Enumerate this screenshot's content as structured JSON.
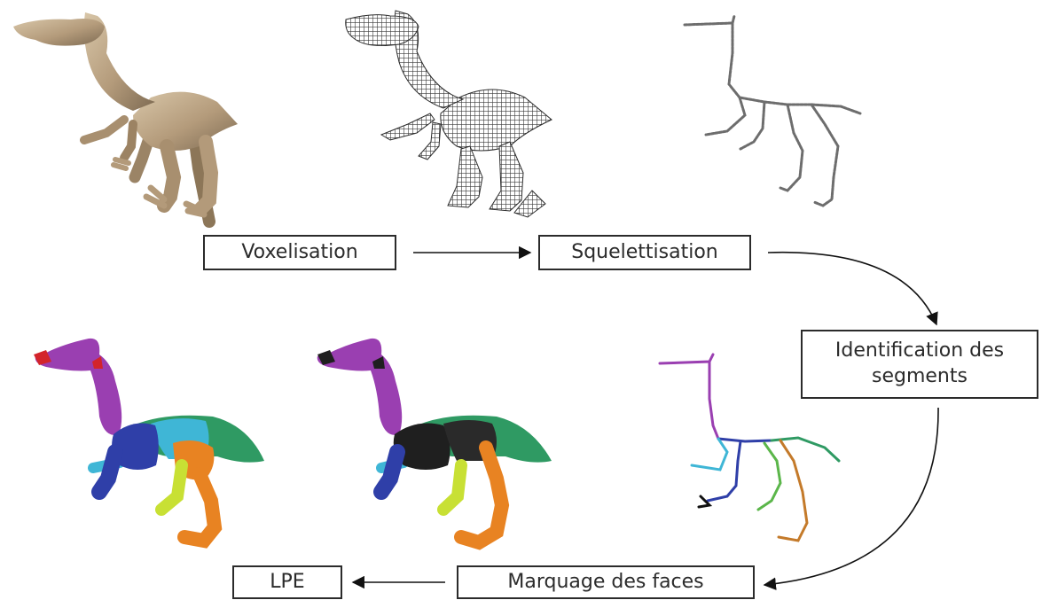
{
  "steps": {
    "voxelisation": "Voxelisation",
    "squelettisation": "Squelettisation",
    "identification_line1": "Identification des",
    "identification_line2": "segments",
    "marquage": "Marquage des faces",
    "lpe": "LPE"
  },
  "colors": {
    "mesh": "#b9a386",
    "mesh_shadow": "#6e5c45",
    "voxel": "#4a4a4a",
    "skeleton": "#777777",
    "segment_purple": "#9a3fb1",
    "segment_blue": "#2f3fa8",
    "segment_cyan": "#3fb6d6",
    "segment_green": "#2f9a63",
    "segment_orange": "#e88322",
    "segment_yellow": "#c8e034",
    "segment_red": "#d3242b",
    "segment_black": "#1f1f1f",
    "arrow": "#111111"
  }
}
